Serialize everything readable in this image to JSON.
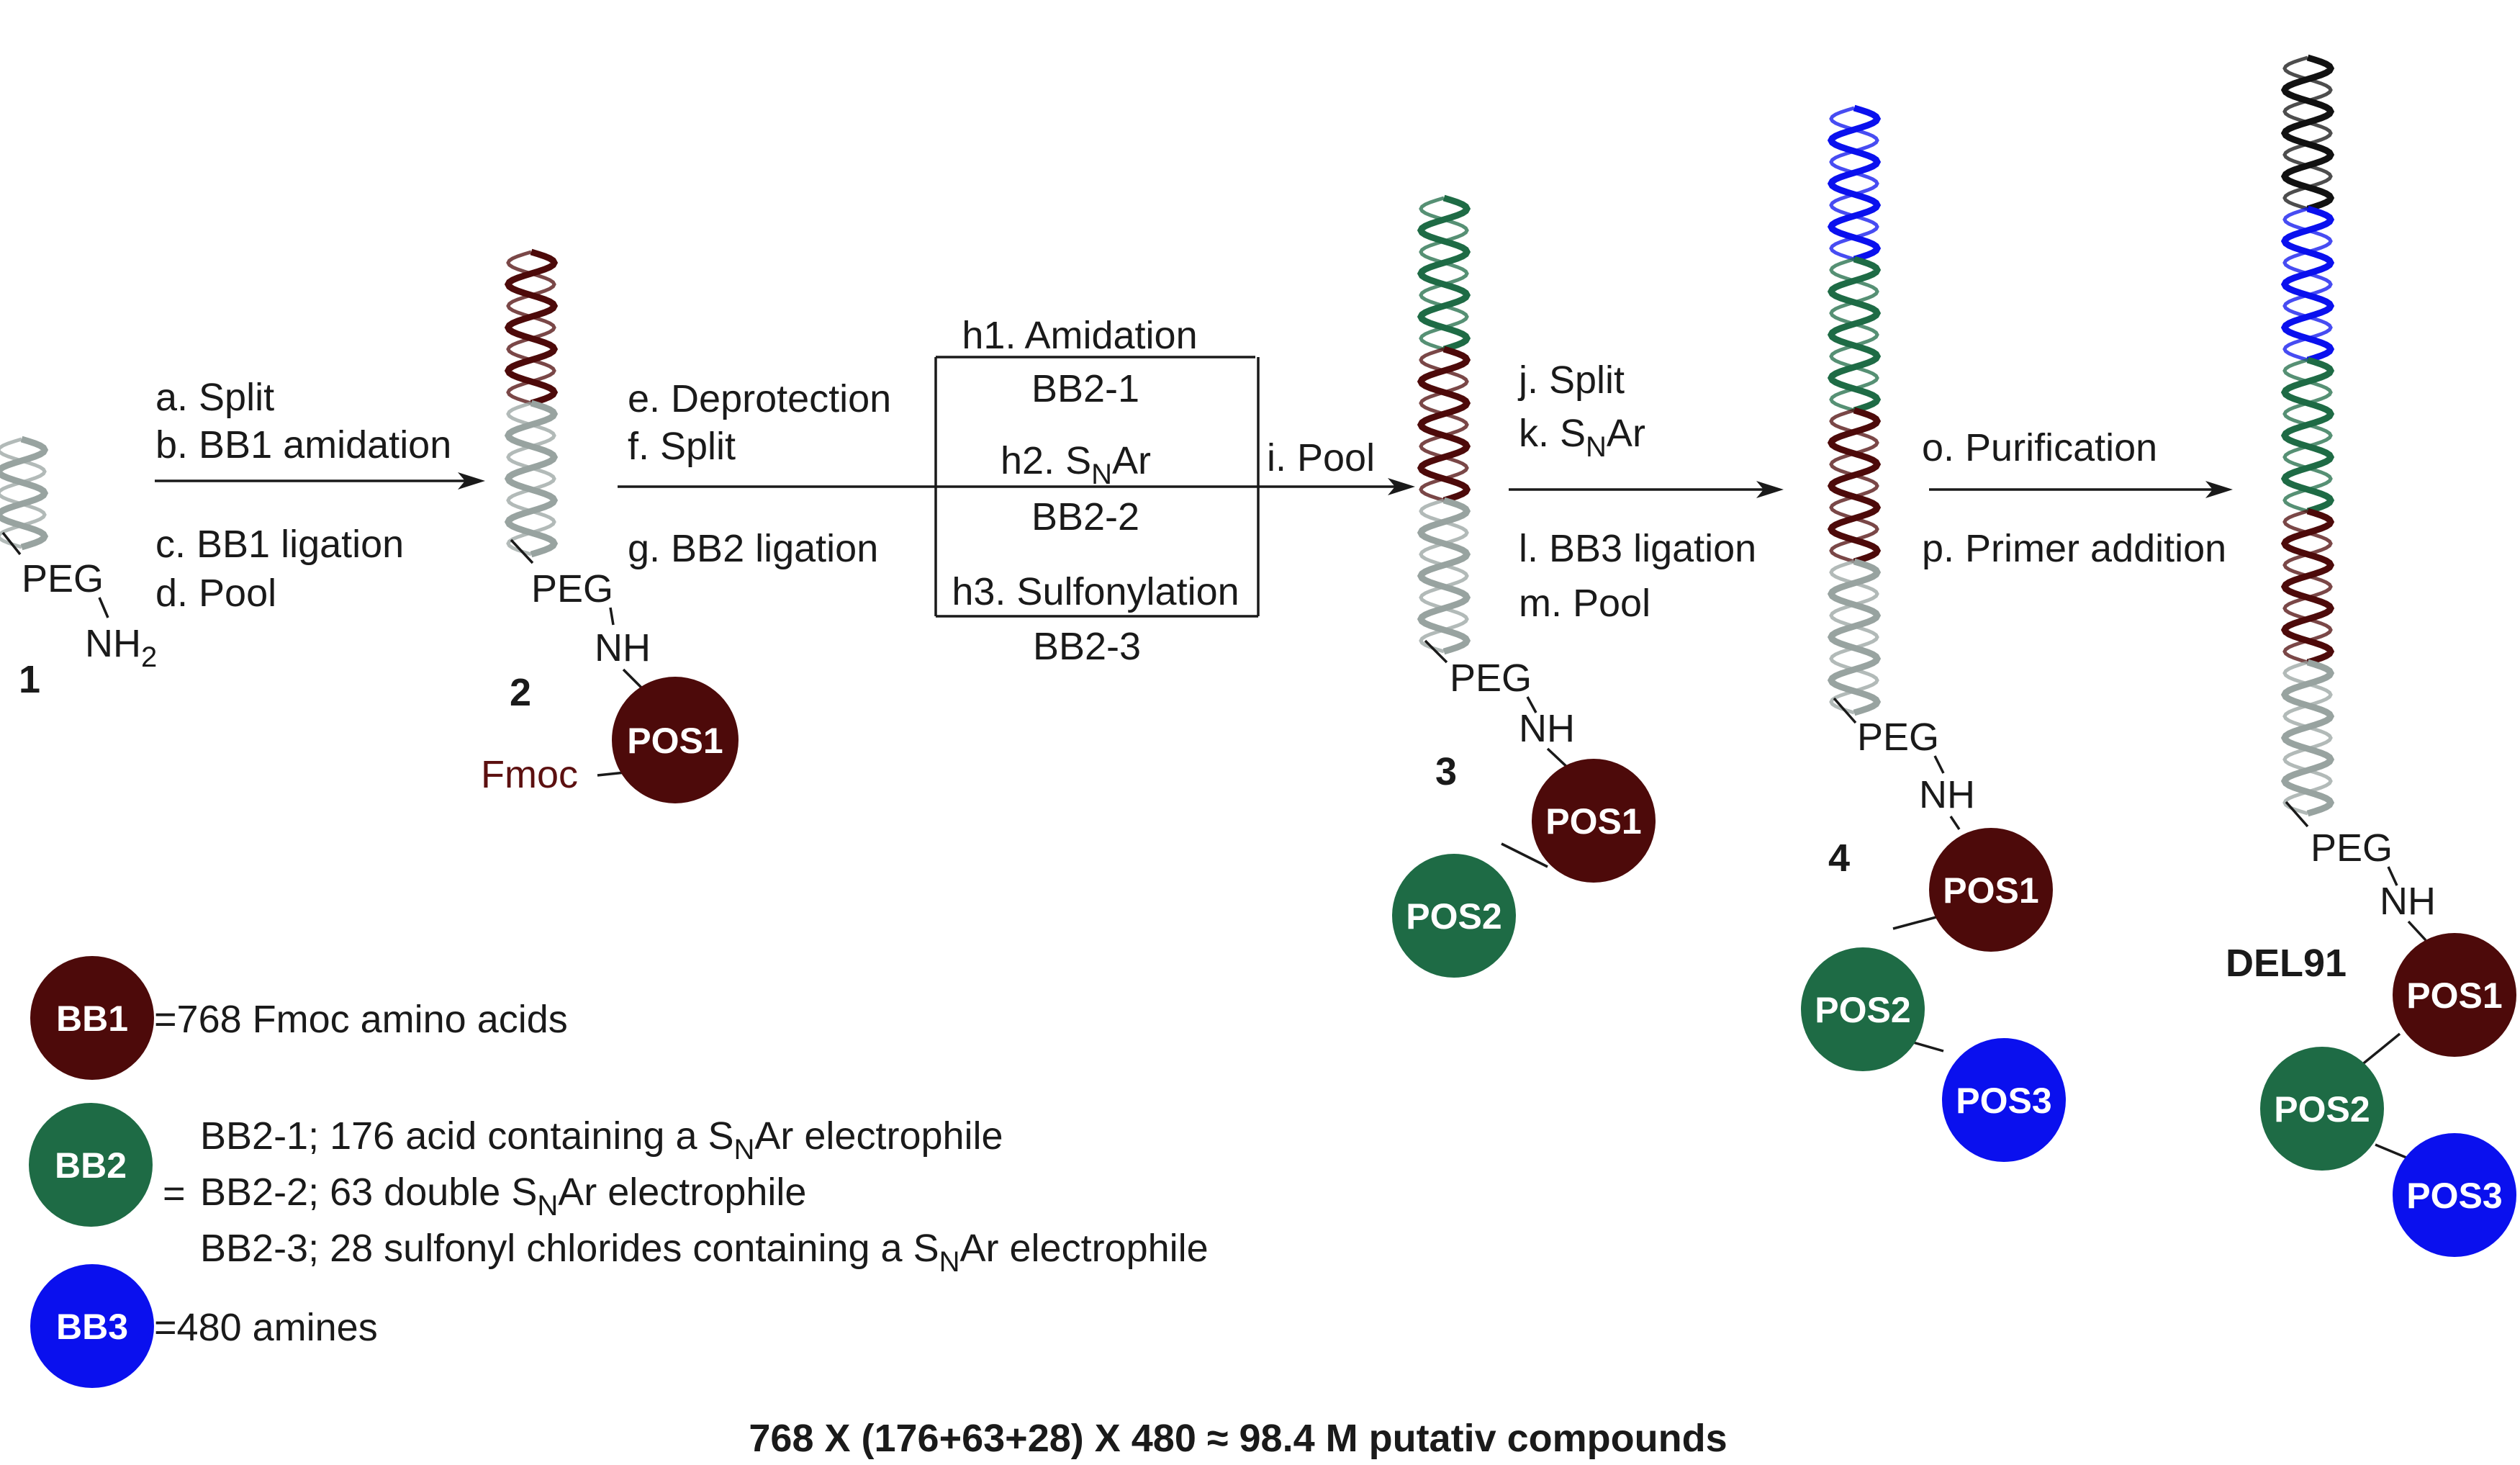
{
  "colors": {
    "pos1": "#4d0a0a",
    "pos2": "#1e6b45",
    "pos3": "#0a10ee",
    "gray_dna": "#98a3a0",
    "black_dna": "#111111",
    "fmoc": "#5c1010",
    "text": "#1a1a1a"
  },
  "labels": {
    "peg": "PEG",
    "nh": "NH",
    "nh2": "NH",
    "nh2_sub": "2",
    "fmoc": "Fmoc",
    "pos1": "POS1",
    "pos2": "POS2",
    "pos3": "POS3"
  },
  "compounds": {
    "c1": "1",
    "c2": "2",
    "c3": "3",
    "c4": "4",
    "del": "DEL91"
  },
  "steps": {
    "a": "a. Split",
    "b": "b. BB1 amidation",
    "c": "c. BB1 ligation",
    "d": "d. Pool",
    "e": "e. Deprotection",
    "f": "f. Split",
    "g": "g. BB2 ligation",
    "h1": "h1. Amidation",
    "h1_bb": "BB2-1",
    "h2_pre": "h2. S",
    "h2_sub": "N",
    "h2_post": "Ar",
    "h2_bb": "BB2-2",
    "h3": "h3. Sulfonylation",
    "h3_bb": "BB2-3",
    "i": "i. Pool",
    "j": "j. Split",
    "k_pre": "k. S",
    "k_sub": "N",
    "k_post": "Ar",
    "l": "l. BB3 ligation",
    "m": "m. Pool",
    "o": "o. Purification",
    "p": "p. Primer addition"
  },
  "legend": {
    "bb1": {
      "badge": "BB1",
      "text": "=768 Fmoc amino acids"
    },
    "bb2": {
      "badge": "BB2",
      "eq": "=",
      "line1_pre": "BB2-1; 176 acid containing a S",
      "line1_sub": "N",
      "line1_post": "Ar electrophile",
      "line2_pre": "BB2-2; 63 double S",
      "line2_sub": "N",
      "line2_post": "Ar electrophile",
      "line3_pre": "BB2-3; 28 sulfonyl chlorides containing a S",
      "line3_sub": "N",
      "line3_post": "Ar electrophile"
    },
    "bb3": {
      "badge": "BB3",
      "text": "=480 amines"
    }
  },
  "formula": "768 X (176+63+28) X 480 ≈ 98.4 M putativ compounds"
}
